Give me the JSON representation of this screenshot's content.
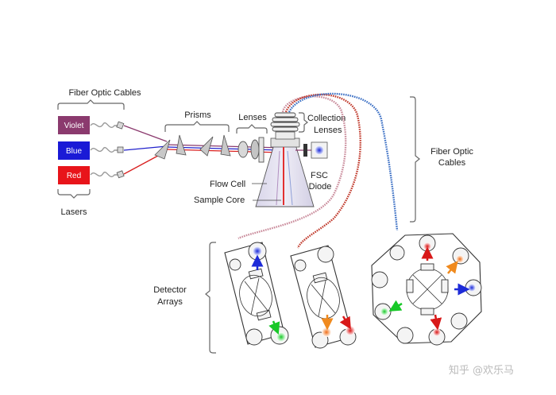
{
  "labels": {
    "fiber_optic_cables_top": "Fiber Optic Cables",
    "prisms": "Prisms",
    "lenses": "Lenses",
    "collection_lenses_line1": "Collection",
    "collection_lenses_line2": "Lenses",
    "fiber_optic_cables_right_line1": "Fiber Optic",
    "fiber_optic_cables_right_line2": "Cables",
    "fsc_line1": "FSC",
    "fsc_line2": "Diode",
    "flow_cell": "Flow Cell",
    "sample_core": "Sample Core",
    "lasers": "Lasers",
    "detector_arrays_line1": "Detector",
    "detector_arrays_line2": "Arrays"
  },
  "lasers": [
    {
      "name": "Violet",
      "color": "#8b3a6e"
    },
    {
      "name": "Blue",
      "color": "#1a1ad6"
    },
    {
      "name": "Red",
      "color": "#e8141a"
    }
  ],
  "watermark": "知乎 @欢乐马",
  "colors": {
    "violet_beam": "#8b3a6e",
    "blue_beam": "#2222cc",
    "red_beam": "#d92020",
    "cable_red": "#c0392b",
    "cable_blue": "#3b6fc4",
    "green": "#2ecc40",
    "orange": "#f08a1e"
  }
}
